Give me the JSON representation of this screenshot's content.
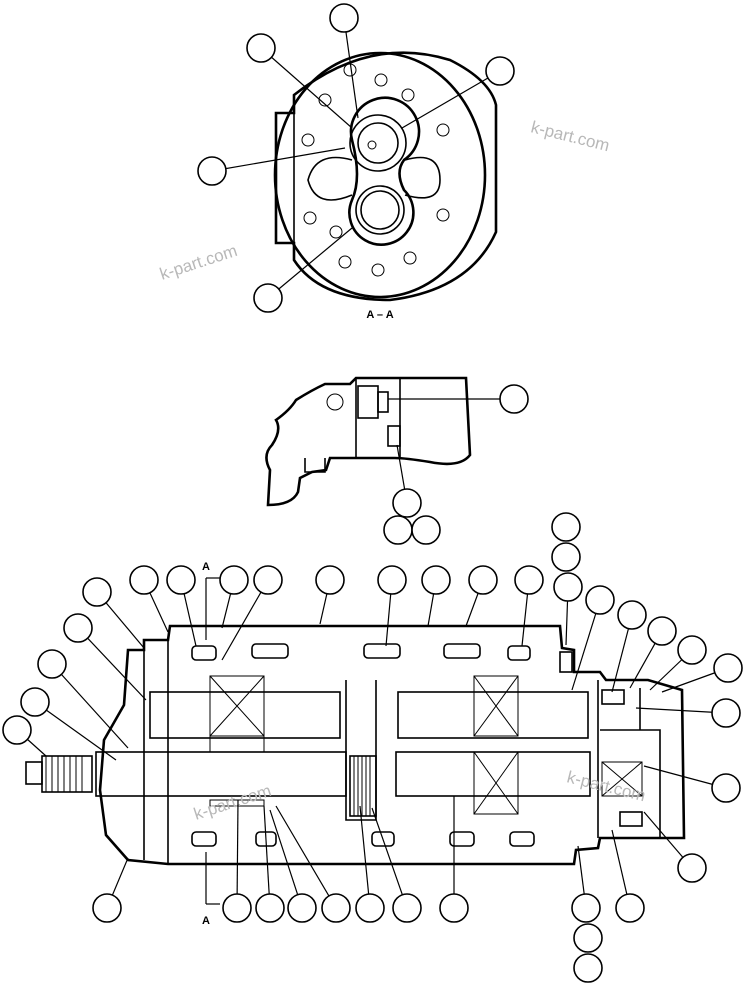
{
  "section_label": "A – A",
  "section_mark": "A",
  "watermark": "k-part.com",
  "colors": {
    "line": "#000000",
    "watermark": "#b8b8b8",
    "background": "#ffffff"
  }
}
